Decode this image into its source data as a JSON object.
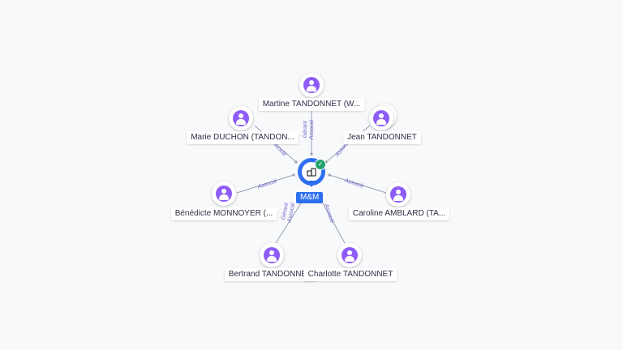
{
  "company": {
    "name": "M&M",
    "icon": "building-icon",
    "status_icon": "check-icon",
    "colors": {
      "pin": "#2d6ff0",
      "status": "#22a06b"
    }
  },
  "people": [
    {
      "name": "Martine TANDONNET (W...",
      "icon": "person-icon"
    },
    {
      "name": "Marie DUCHON (TANDON...",
      "icon": "person-icon"
    },
    {
      "name": "Jean TANDONNET",
      "icon": "person-icon"
    },
    {
      "name": "Bénédicte MONNOYER (...",
      "icon": "person-icon"
    },
    {
      "name": "Caroline AMBLARD (TA...",
      "icon": "person-icon"
    },
    {
      "name": "Bertrand TANDONNET",
      "icon": "person-icon"
    },
    {
      "name": "Charlotte TANDONNET",
      "icon": "person-icon"
    }
  ],
  "edges": [
    {
      "labels": [
        "Gérant",
        "Associé"
      ]
    },
    {
      "labels": [
        "Associé"
      ]
    },
    {
      "labels": [
        "Associé"
      ]
    },
    {
      "labels": [
        "Associé"
      ]
    },
    {
      "labels": [
        "Associé"
      ]
    },
    {
      "labels": [
        "Gérant",
        "Associé"
      ]
    },
    {
      "labels": [
        "Associé"
      ]
    }
  ],
  "colors": {
    "avatar": "#8d5cf6",
    "edge": "#9aa0b4",
    "edge_label": "#6f63c8"
  }
}
